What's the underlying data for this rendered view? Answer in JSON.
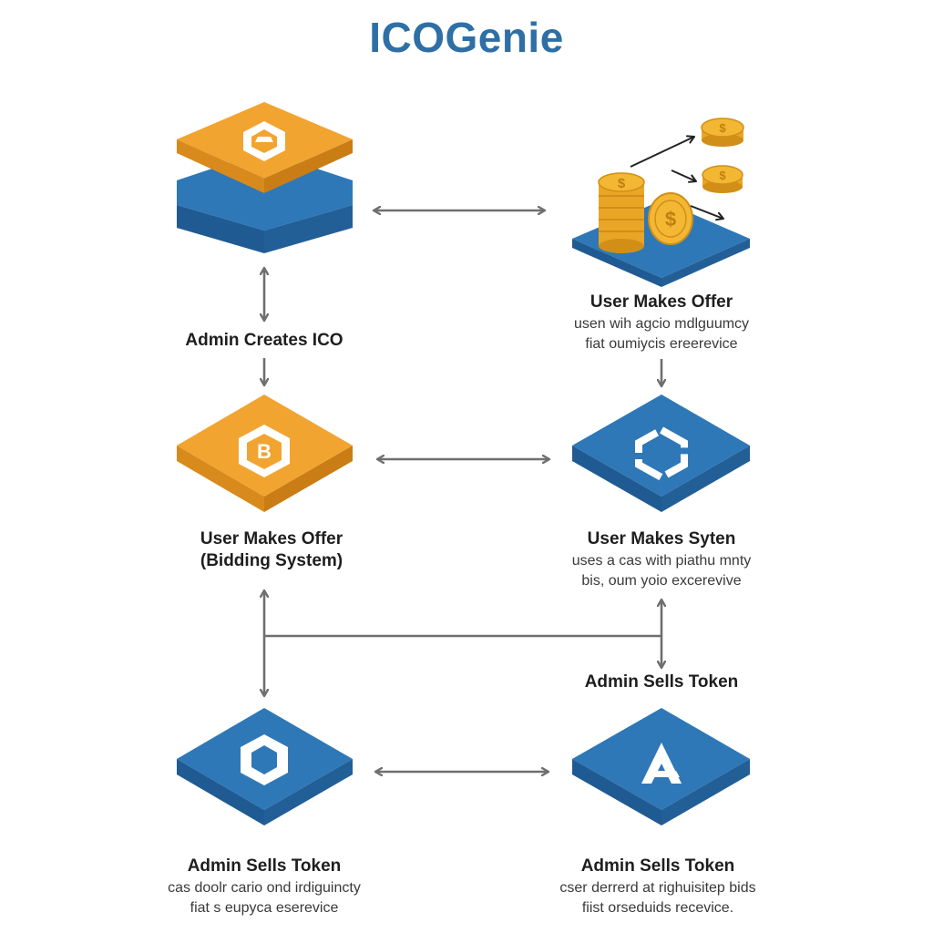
{
  "title": "ICOGenie",
  "colors": {
    "title": "#2d6fa6",
    "orange_top": "#f2a431",
    "orange_side": "#d98a1c",
    "blue_top": "#2f78b7",
    "blue_side": "#1f5b92",
    "arrow": "#6f6f6f",
    "coin": "#f4b733",
    "coin_dark": "#d18f18"
  },
  "nodes": [
    {
      "id": "n1",
      "label": "Admin Creates ICO",
      "label2": "",
      "desc": [
        "",
        ""
      ],
      "icon": "hexagon-chip-icon"
    },
    {
      "id": "n2",
      "label": "User Makes Offer",
      "label2": "",
      "desc": [
        "usen wih agcio mdlguumcy",
        "fiat oumiycis ereerevice"
      ],
      "icon": "coins-icon"
    },
    {
      "id": "n3",
      "label": "User Makes Offer",
      "label2": "(Bidding System)",
      "desc": [
        "",
        ""
      ],
      "icon": "bitcoin-hexagon-icon"
    },
    {
      "id": "n4",
      "label": "User Makes Syten",
      "label2": "",
      "desc": [
        "uses a cas with piathu mnty",
        "bis, oum yoio excerevive"
      ],
      "icon": "hexagon-ring-icon"
    },
    {
      "id": "n5",
      "label": "Admin Sells Token",
      "label2": "",
      "desc": [
        "cas doolr cario ond irdiguincty",
        "fiat s eupyca eserevice"
      ],
      "icon": "hexagon-ring-icon"
    },
    {
      "id": "n6",
      "label": "Admin Sells Token",
      "label2": "",
      "desc": [
        "cser derrerd at righuisitep bids",
        "fiist orseduids recevice."
      ],
      "icon": "triangle-logo-icon"
    }
  ],
  "extra_label": "Admin Sells Token"
}
